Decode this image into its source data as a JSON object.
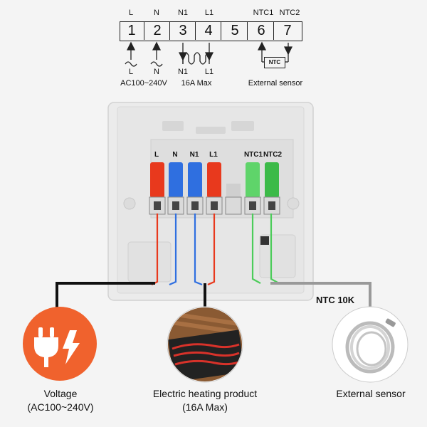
{
  "terminal_strip": {
    "top_labels": [
      "L",
      "N",
      "N1",
      "L1",
      "NTC1",
      "NTC2"
    ],
    "numbers": [
      "1",
      "2",
      "3",
      "4",
      "5",
      "6",
      "7"
    ],
    "under_labels": [
      "L",
      "N",
      "N1",
      "L1"
    ],
    "ntc_box": "NTC",
    "captions": {
      "power": "AC100~240V",
      "load": "16A Max",
      "sensor": "External sensor"
    }
  },
  "device": {
    "block_labels": [
      "L",
      "N",
      "N1",
      "L1",
      "NTC1",
      "NTC2"
    ],
    "block_colors": [
      "#e8391d",
      "#2f6fe0",
      "#2f6fe0",
      "#e8391d",
      "#5fd46a",
      "#3cba48"
    ]
  },
  "wires": {
    "ntc_label": "NTC 10K"
  },
  "bottom": {
    "voltage_title": "Voltage",
    "voltage_sub": "(AC100~240V)",
    "heating_title": "Electric heating product",
    "heating_sub": "(16A Max)",
    "sensor_title": "External sensor"
  },
  "colors": {
    "red": "#e8391d",
    "blue": "#2f6fe0",
    "green": "#4ccc5a",
    "orange": "#f0622d",
    "plate": "#e9e9e9"
  },
  "icons": [
    "plug-lightning-icon",
    "heating-mat-icon",
    "sensor-cable-icon",
    "ac-wave-icon",
    "arrow-up-icon",
    "arrow-down-icon"
  ]
}
